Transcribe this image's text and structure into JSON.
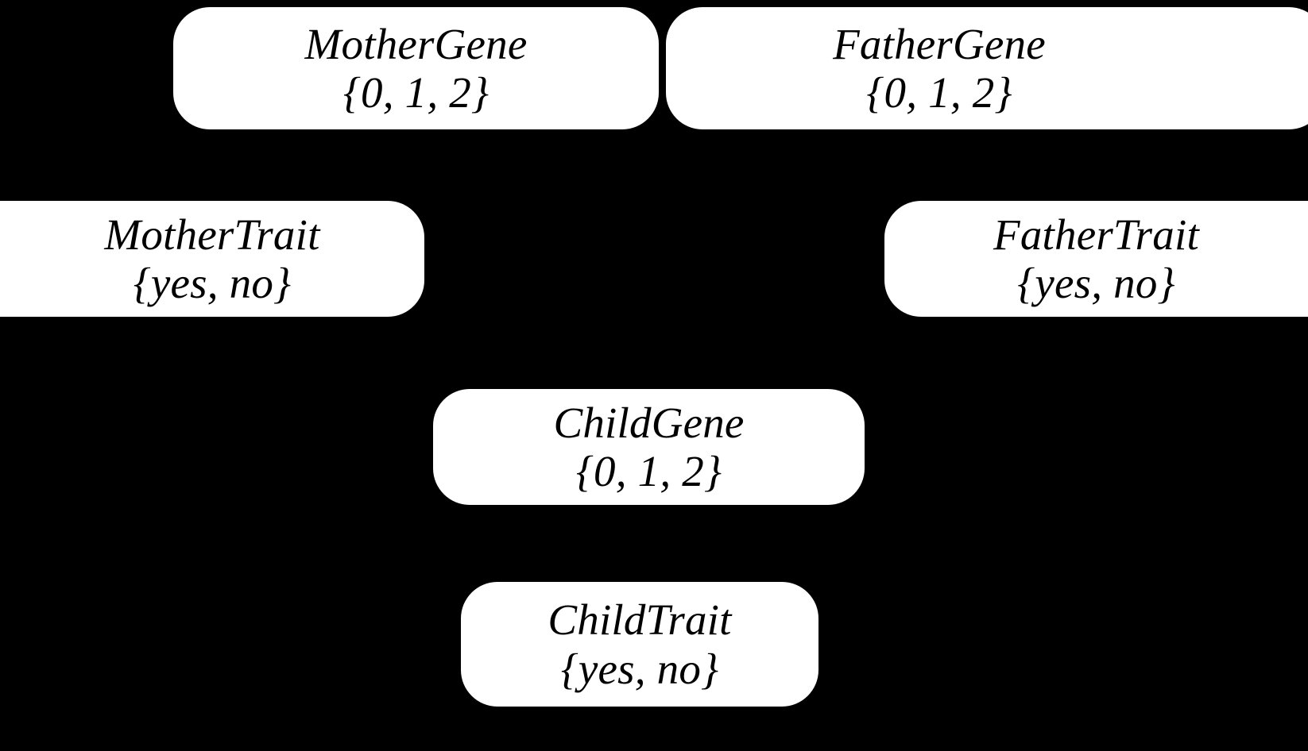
{
  "diagram": {
    "type": "bayesian-network",
    "background_color": "#000000",
    "node_fill_color": "#ffffff",
    "node_text_color": "#000000",
    "edge_color": "#000000",
    "nodes": [
      {
        "id": "mother-gene",
        "label": "MotherGene",
        "domain": "{0, 1, 2}"
      },
      {
        "id": "father-gene",
        "label": "FatherGene",
        "domain": "{0, 1, 2}"
      },
      {
        "id": "mother-trait",
        "label": "MotherTrait",
        "domain": "{yes, no}"
      },
      {
        "id": "father-trait",
        "label": "FatherTrait",
        "domain": "{yes, no}"
      },
      {
        "id": "child-gene",
        "label": "ChildGene",
        "domain": "{0, 1, 2}"
      },
      {
        "id": "child-trait",
        "label": "ChildTrait",
        "domain": "{yes, no}"
      }
    ],
    "edges": [
      {
        "from": "mother-gene",
        "to": "mother-trait"
      },
      {
        "from": "mother-gene",
        "to": "child-gene"
      },
      {
        "from": "father-gene",
        "to": "father-trait"
      },
      {
        "from": "father-gene",
        "to": "child-gene"
      },
      {
        "from": "child-gene",
        "to": "child-trait"
      }
    ]
  }
}
